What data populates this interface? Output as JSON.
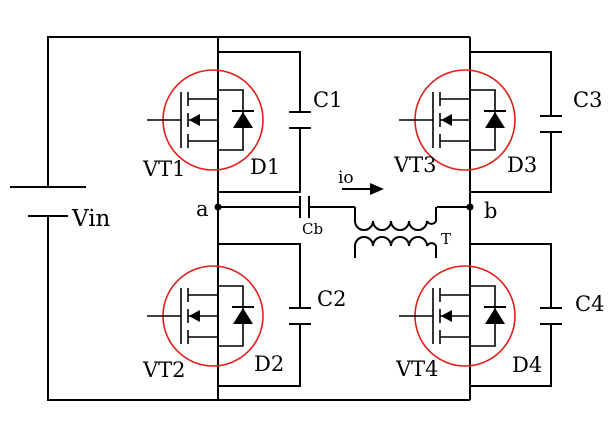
{
  "diagram": {
    "supply_label": "Vin",
    "node_a": "a",
    "node_b": "b",
    "capacitor_cb": "Cb",
    "transformer": "T",
    "current": "io",
    "switches": [
      {
        "vt": "VT1",
        "diode": "D1",
        "cap": "C1"
      },
      {
        "vt": "VT2",
        "diode": "D2",
        "cap": "C2"
      },
      {
        "vt": "VT3",
        "diode": "D3",
        "cap": "C3"
      },
      {
        "vt": "VT4",
        "diode": "D4",
        "cap": "C4"
      }
    ],
    "colors": {
      "wire": "#000000",
      "mosfet_outline": "#e0201b",
      "background": "#ffffff"
    }
  }
}
